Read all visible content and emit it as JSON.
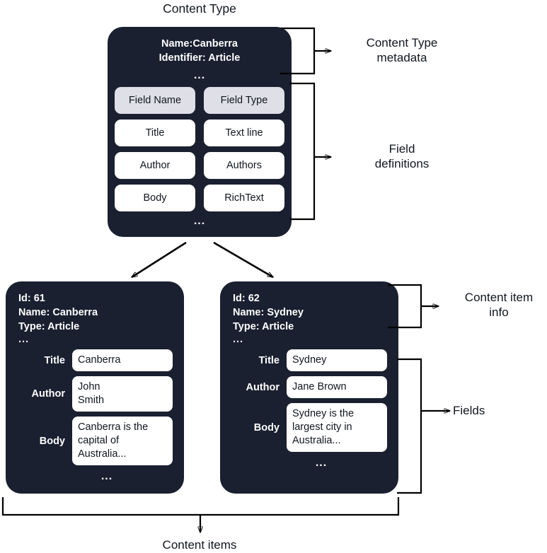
{
  "diagram": {
    "title": "Content Type",
    "bottom_caption": "Content items",
    "ellipsis": "..."
  },
  "content_type": {
    "name_line": "Name:Canberra",
    "identifier_line": "Identifier: Article",
    "ellipsis": "...",
    "bottom_ellipsis": "...",
    "field_table": {
      "headers": [
        "Field Name",
        "Field Type"
      ],
      "rows": [
        [
          "Title",
          "Text line"
        ],
        [
          "Author",
          "Authors"
        ],
        [
          "Body",
          "RichText"
        ]
      ]
    }
  },
  "annotations": {
    "content_type_metadata": "Content Type\nmetadata",
    "field_definitions": "Field\ndefinitions",
    "content_item_info": "Content item\ninfo",
    "fields": "Fields"
  },
  "content_items": [
    {
      "id_line": "Id: 61",
      "name_line": "Name: Canberra",
      "type_line": "Type: Article",
      "ellipsis": "...",
      "bottom_ellipsis": "...",
      "fields": [
        {
          "label": "Title",
          "value": "Canberra"
        },
        {
          "label": "Author",
          "value": "John\nSmith"
        },
        {
          "label": "Body",
          "value": "Canberra is the\ncapital of\nAustralia..."
        }
      ]
    },
    {
      "id_line": "Id: 62",
      "name_line": "Name: Sydney",
      "type_line": "Type: Article",
      "ellipsis": "...",
      "bottom_ellipsis": "...",
      "fields": [
        {
          "label": "Title",
          "value": "Sydney"
        },
        {
          "label": "Author",
          "value": "Jane Brown"
        },
        {
          "label": "Body",
          "value": "Sydney is the\nlargest city in\nAustralia..."
        }
      ]
    }
  ],
  "colors": {
    "card_background": "#1a2030",
    "header_cell": "#dfdfe7",
    "cell": "#ffffff",
    "text_dark": "#11161f",
    "text_light": "#ffffff",
    "line": "#000000"
  }
}
